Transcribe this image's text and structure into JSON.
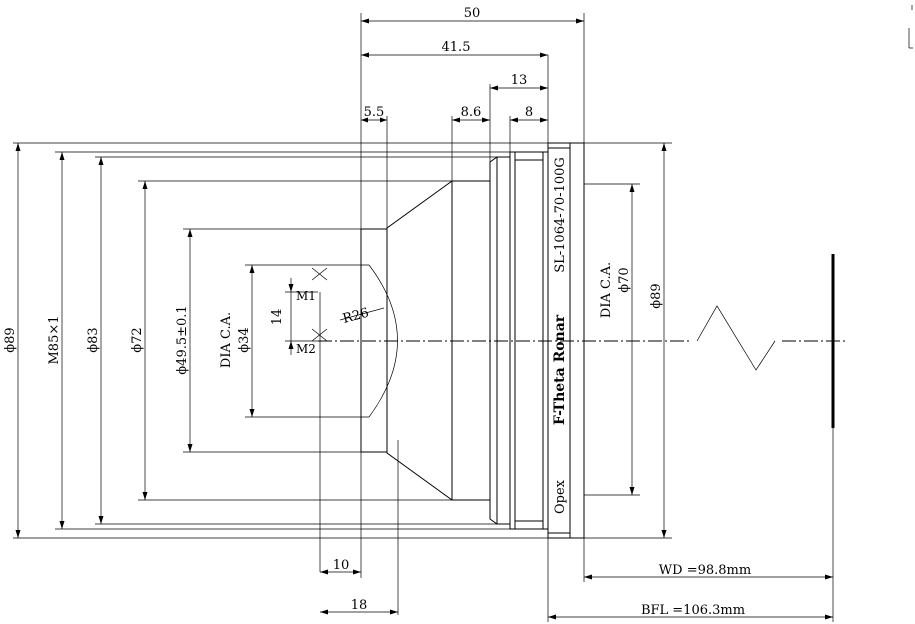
{
  "dimensions": {
    "len_50": "50",
    "len_41_5": "41.5",
    "len_13": "13",
    "len_8_6": "8.6",
    "len_8": "8",
    "len_5_5": "5.5",
    "len_10": "10",
    "len_18": "18",
    "len_14": "14",
    "radius": "R26",
    "dia_89_left": "ϕ89",
    "thread": "M85×1",
    "dia_83": "ϕ83",
    "dia_72": "ϕ72",
    "dia_49_5": "ϕ49.5±0.1",
    "dia_34": "ϕ34",
    "dia_70": "ϕ70",
    "dia_89_right": "ϕ89",
    "wd": "WD =98.8mm",
    "bfl": "BFL =106.3mm"
  },
  "labels": {
    "dia_ca_left": "DIA C.A.",
    "dia_ca_right": "DIA C.A.",
    "mirror_1": "M1",
    "mirror_2": "M2"
  },
  "engraving": {
    "model": "SL-1064-70-100G",
    "name": "F-Theta Ronar",
    "brand": "Opex"
  }
}
